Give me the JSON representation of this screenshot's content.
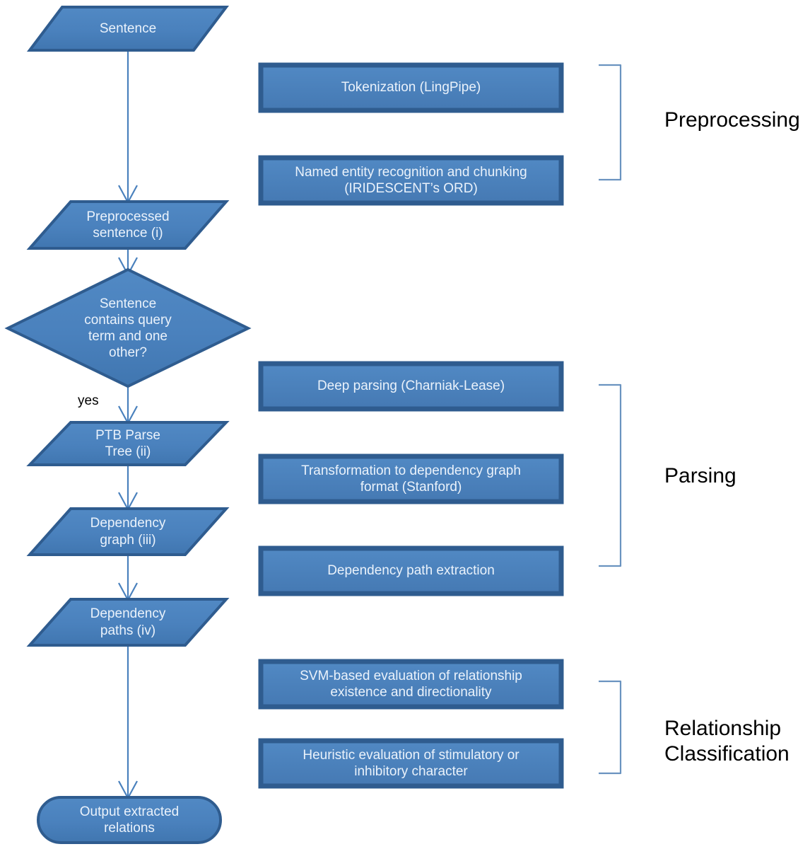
{
  "diagram": {
    "title": "Relationship extraction pipeline flowchart",
    "colors": {
      "shape_fill": "#4a81bd",
      "shape_fill_dark": "#3f71a8",
      "shape_border": "#2f5c8f",
      "connector": "#4a81bd",
      "bracket": "#6a93c0",
      "shape_text": "#eaf2fb",
      "group_text": "#000000",
      "background": "#ffffff"
    },
    "nodes": [
      {
        "id": "sentence",
        "shape": "parallelogram",
        "label": "Sentence"
      },
      {
        "id": "tokenization",
        "shape": "process",
        "label": "Tokenization (LingPipe)"
      },
      {
        "id": "ner-chunking",
        "shape": "process",
        "label": "Named entity recognition and chunking\n(IRIDESCENT’s ORD)"
      },
      {
        "id": "preprocessed-sentence",
        "shape": "parallelogram",
        "label": "Preprocessed\nsentence (i)"
      },
      {
        "id": "decision-query-term",
        "shape": "diamond",
        "label": "Sentence\ncontains query\nterm and one\nother?"
      },
      {
        "id": "deep-parsing",
        "shape": "process",
        "label": "Deep parsing (Charniak-Lease)"
      },
      {
        "id": "ptb-parse-tree",
        "shape": "parallelogram",
        "label": "PTB Parse\nTree (ii)"
      },
      {
        "id": "transformation",
        "shape": "process",
        "label": "Transformation to dependency graph\nformat (Stanford)"
      },
      {
        "id": "dependency-graph",
        "shape": "parallelogram",
        "label": "Dependency\ngraph (iii)"
      },
      {
        "id": "path-extraction",
        "shape": "process",
        "label": "Dependency path extraction"
      },
      {
        "id": "dependency-paths",
        "shape": "parallelogram",
        "label": "Dependency\npaths (iv)"
      },
      {
        "id": "svm-evaluation",
        "shape": "process",
        "label": "SVM-based evaluation of relationship\nexistence and directionality"
      },
      {
        "id": "heuristic-evaluation",
        "shape": "process",
        "label": "Heuristic evaluation of stimulatory or\ninhibitory character"
      },
      {
        "id": "output-relations",
        "shape": "terminator",
        "label": "Output extracted\nrelations"
      }
    ],
    "edge_labels": [
      {
        "id": "yes-label",
        "label": "yes"
      }
    ],
    "groups": [
      {
        "id": "preprocessing",
        "label": "Preprocessing"
      },
      {
        "id": "parsing",
        "label": "Parsing"
      },
      {
        "id": "relationship-classification",
        "label": "Relationship\nClassification"
      }
    ]
  }
}
